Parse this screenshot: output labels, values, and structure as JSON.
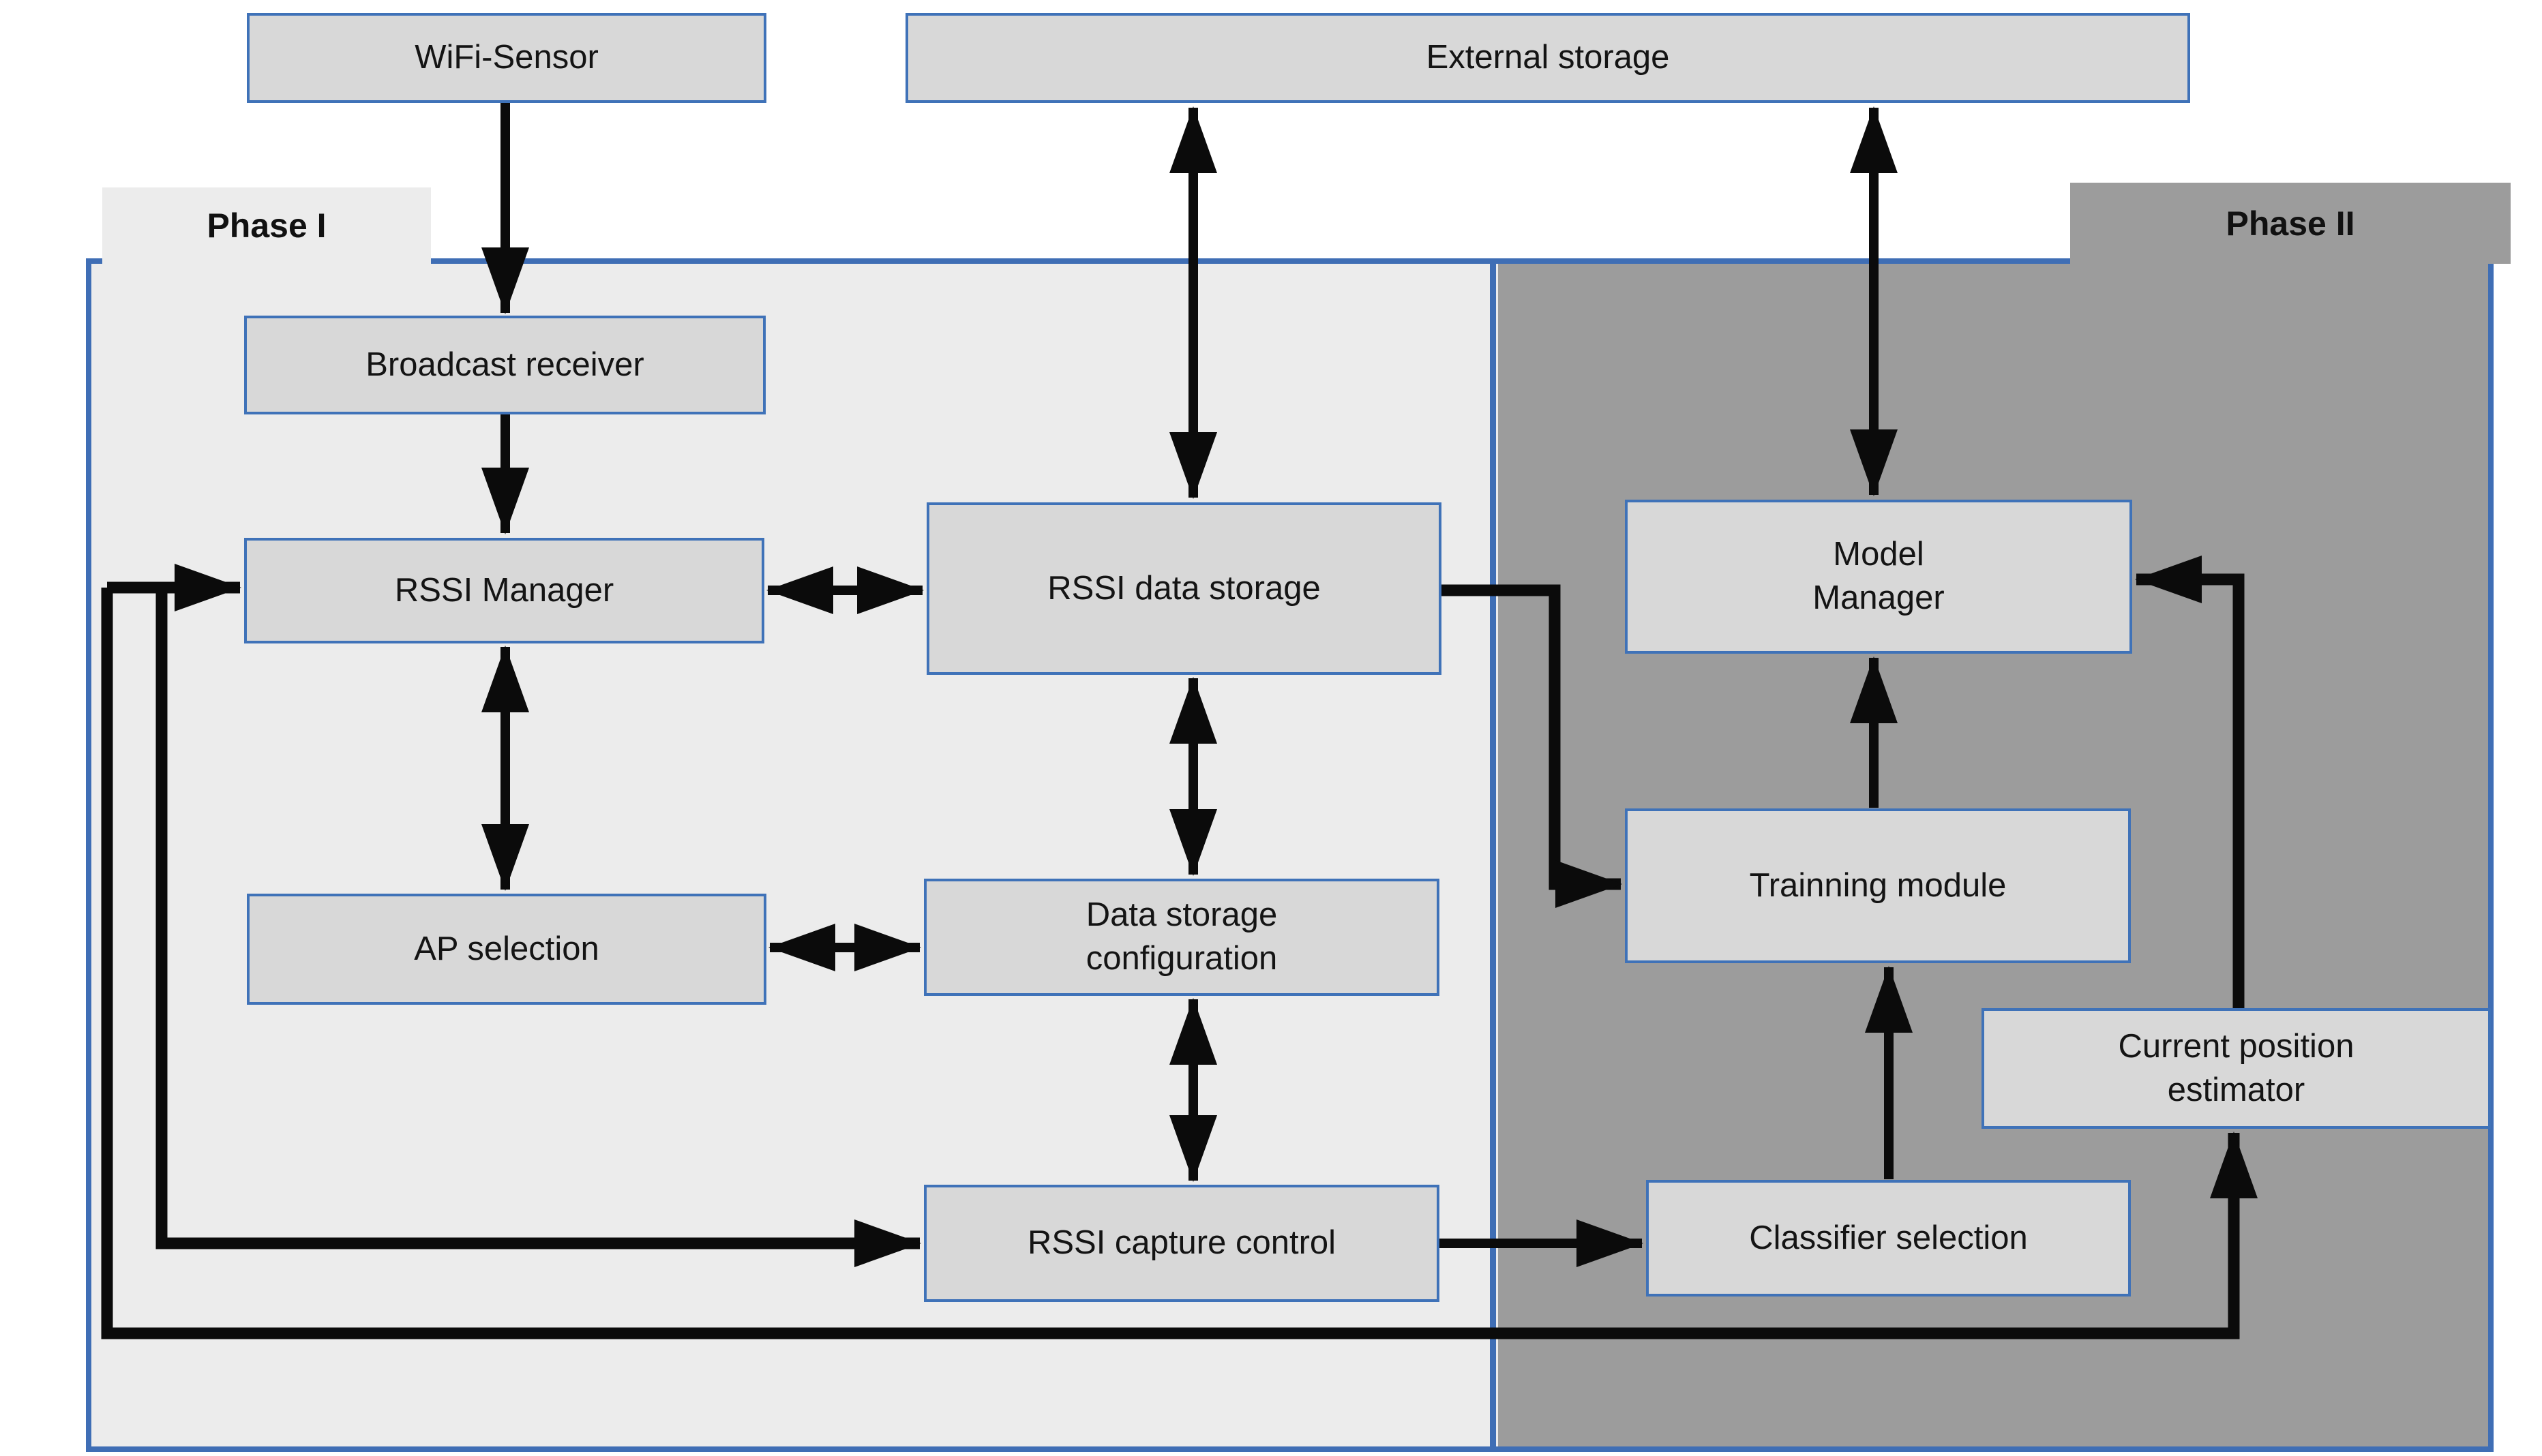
{
  "diagram": {
    "external_nodes": {
      "wifi_sensor": {
        "label": "WiFi-Sensor"
      },
      "external_storage": {
        "label": "External storage"
      }
    },
    "phases": {
      "phase1": {
        "label": "Phase I",
        "bg": "#ececec"
      },
      "phase2": {
        "label": "Phase II",
        "bg": "#9c9c9c"
      }
    },
    "nodes": {
      "broadcast_receiver": {
        "label": "Broadcast receiver"
      },
      "rssi_manager": {
        "label": "RSSI Manager"
      },
      "rssi_data_storage": {
        "label": "RSSI data storage"
      },
      "ap_selection": {
        "label": "AP selection"
      },
      "data_storage_configuration": {
        "label": "Data storage\nconfiguration"
      },
      "rssi_capture_control": {
        "label": "RSSI capture control"
      },
      "model_manager": {
        "label": "Model\nManager"
      },
      "training_module": {
        "label": "Trainning module"
      },
      "current_position_estimator": {
        "label": "Current position\nestimator"
      },
      "classifier_selection": {
        "label": "Classifier selection"
      }
    },
    "colors": {
      "box_fill": "#d8d8d8",
      "box_border": "#3f72b8",
      "panel_border": "#3f6eb5",
      "phase1_bg": "#ececec",
      "phase2_bg": "#9c9c9c",
      "arrow": "#0b0b0b",
      "canvas_bg": "#ffffff"
    }
  }
}
